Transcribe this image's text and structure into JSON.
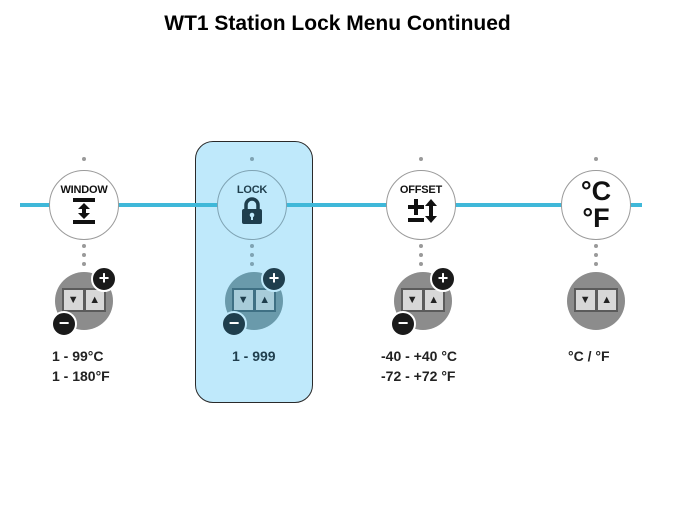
{
  "title": "WT1 Station Lock Menu Continued",
  "colors": {
    "timeline": "#3fb8d9",
    "highlight_fill": "#bfe9fb",
    "highlight_text": "#1f3e4d"
  },
  "steps": [
    {
      "label": "WINDOW",
      "icon": "window-height-arrow-icon",
      "buttons": {
        "down": "▼",
        "up": "▲",
        "plus": "+",
        "minus": "−"
      },
      "range": [
        "1 - 99°C",
        "1 - 180°F"
      ],
      "highlighted": false
    },
    {
      "label": "LOCK",
      "icon": "padlock-icon",
      "buttons": {
        "down": "▼",
        "up": "▲",
        "plus": "+",
        "minus": "−"
      },
      "range": [
        "1 - 999"
      ],
      "highlighted": true
    },
    {
      "label": "OFFSET",
      "icon": "plus-minus-arrow-icon",
      "buttons": {
        "down": "▼",
        "up": "▲",
        "plus": "+",
        "minus": "−"
      },
      "range": [
        "-40 - +40 °C",
        "-72 - +72 °F"
      ],
      "highlighted": false
    },
    {
      "label": "",
      "units_top": "°C",
      "units_bottom": "°F",
      "icon": "temperature-units-icon",
      "buttons": {
        "down": "▼",
        "up": "▲"
      },
      "range": [
        "°C / °F"
      ],
      "highlighted": false
    }
  ]
}
